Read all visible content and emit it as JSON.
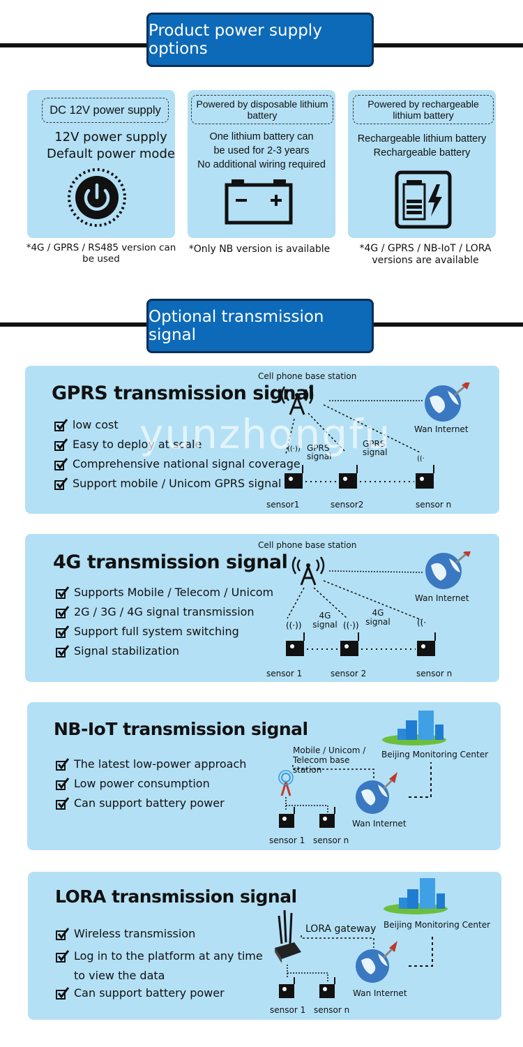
{
  "headers": {
    "power": "Product power supply options",
    "signal": "Optional transmission signal"
  },
  "power_options": [
    {
      "title": "DC 12V power supply",
      "lines": [
        "12V power supply",
        "Default power mode"
      ],
      "icon": "power-button-icon",
      "note": "*4G / GPRS / RS485 version can be used"
    },
    {
      "title": "Powered by disposable lithium battery",
      "lines": [
        "One lithium battery can",
        "be used for 2-3 years",
        "No additional wiring required"
      ],
      "icon": "battery-icon",
      "note": "*Only NB version is available"
    },
    {
      "title": "Powered by rechargeable lithium battery",
      "lines": [
        "Rechargeable lithium battery",
        "Rechargeable battery"
      ],
      "icon": "rechargeable-battery-icon",
      "note": "*4G / GPRS / NB-IoT / LORA versions are available"
    }
  ],
  "panels": {
    "gprs": {
      "title": "GPRS transmission signal",
      "features": [
        "low cost",
        "Easy to deploy at scale",
        "Comprehensive national signal coverage",
        "Support mobile / Unicom GPRS signal"
      ],
      "station": "Cell phone base station",
      "internet": "Wan Internet",
      "signal_label": "GPRS signal",
      "sensors": [
        "sensor1",
        "sensor2",
        "sensor n"
      ]
    },
    "g4": {
      "title": "4G transmission signal",
      "features": [
        "Supports Mobile / Telecom / Unicom",
        "2G / 3G / 4G signal transmission",
        "Support full system switching",
        "Signal stabilization"
      ],
      "station": "Cell phone base station",
      "internet": "Wan Internet",
      "signal_label": "4G signal",
      "sensors": [
        "sensor 1",
        "sensor 2",
        "sensor n"
      ]
    },
    "nbiot": {
      "title": "NB-IoT transmission signal",
      "features": [
        "The latest low-power approach",
        "Low power consumption",
        "Can support battery power"
      ],
      "station": "Mobile / Unicom / Telecom base station",
      "center": "Beijing Monitoring Center",
      "internet": "Wan Internet",
      "sensors": [
        "sensor 1",
        "sensor n"
      ]
    },
    "lora": {
      "title": "LORA transmission signal",
      "features": [
        "Wireless transmission",
        "Log in to the platform at any time to view the data",
        "Can support battery power"
      ],
      "gateway": "LORA gateway",
      "center": "Beijing Monitoring Center",
      "internet": "Wan Internet",
      "sensors": [
        "sensor 1",
        "sensor n"
      ]
    }
  },
  "watermark": "yunzhongfu",
  "colors": {
    "header_blue": "#0d6ab8",
    "panel_blue": "#b3e0f5"
  }
}
